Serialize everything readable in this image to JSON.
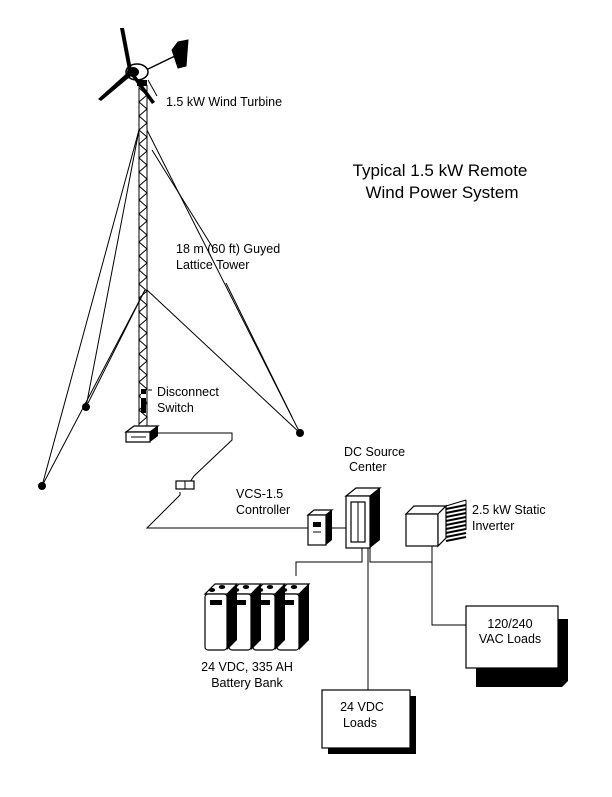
{
  "title": {
    "line1": "Typical 1.5 kW Remote",
    "line2": "Wind Power System"
  },
  "labels": {
    "turbine": "1.5 kW Wind Turbine",
    "tower_line1": "18 m (60 ft) Guyed",
    "tower_line2": "Lattice Tower",
    "disconnect_line1": "Disconnect",
    "disconnect_line2": "Switch",
    "dc_center_line1": "DC Source",
    "dc_center_line2": "Center",
    "controller_line1": "VCS-1.5",
    "controller_line2": "Controller",
    "inverter_line1": "2.5 kW Static",
    "inverter_line2": "Inverter",
    "battery_line1": "24 VDC, 335 AH",
    "battery_line2": "Battery Bank",
    "ac_loads_line1": "120/240",
    "ac_loads_line2": "VAC Loads",
    "dc_loads_line1": "24 VDC",
    "dc_loads_line2": "Loads"
  },
  "icons": {
    "turbine": "wind-turbine-icon",
    "tower": "lattice-tower-icon",
    "switch": "disconnect-switch-icon",
    "controller": "controller-icon",
    "dc_center": "dc-source-center-icon",
    "inverter": "inverter-icon",
    "battery": "battery-bank-icon",
    "ac_loads": "ac-loads-box-icon",
    "dc_loads": "dc-loads-box-icon"
  }
}
